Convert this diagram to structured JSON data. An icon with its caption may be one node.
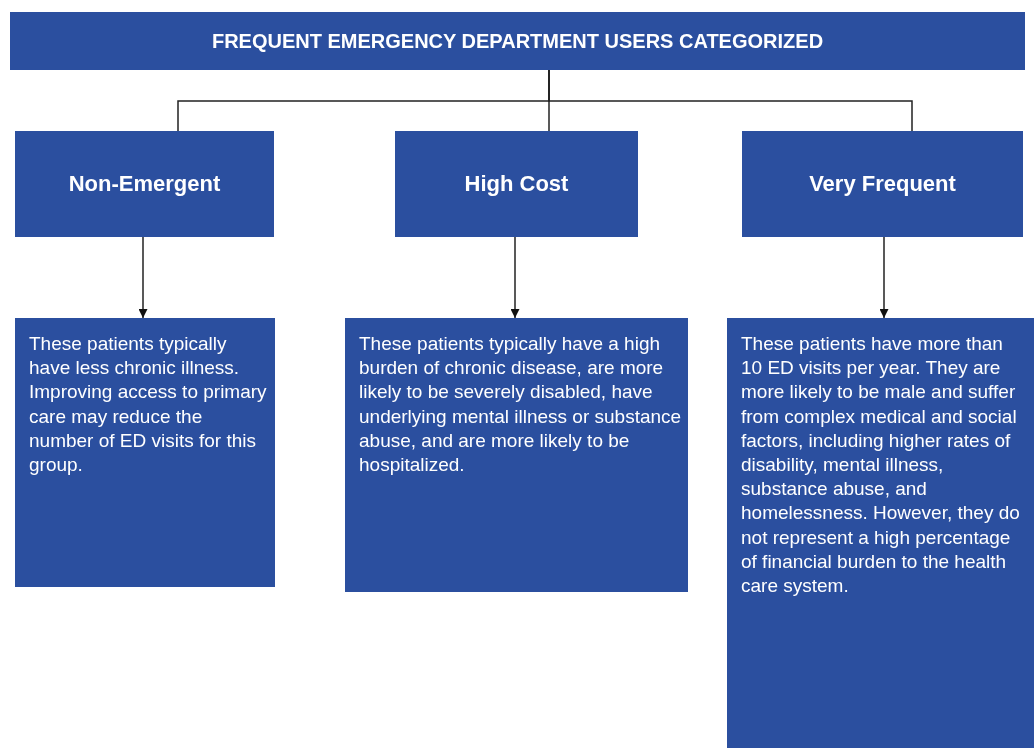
{
  "diagram": {
    "nodes": [
      {
        "text": [
          "FREQUENT EMERGENCY DEPARTMENT USERS CATEGORIZED"
        ]
      },
      {
        "text": [
          "Non-Emergent"
        ]
      },
      {
        "text": [
          "High Cost"
        ]
      },
      {
        "text": [
          "Very Frequent"
        ]
      },
      {
        "text": [
          "These patients typically have less chronic illness. Improving access to primary care may reduce the number of ED visits for this group."
        ]
      },
      {
        "text": [
          "These patients typically have a high burden of chronic disease, are more likely to be severely disabled, have underlying mental illness or substance abuse, and are more likely to be hospitalized."
        ]
      },
      {
        "text": [
          "These patients have more than 10 ED visits per year. They are more likely to be male and suffer from complex medical and social factors, including higher rates of disability, mental illness, substance abuse, and homelessness. However, they do not represent a high percentage of financial burden to the health care system."
        ]
      }
    ],
    "edges": [
      {
        "from": 0,
        "to": 1,
        "arrow": "none"
      },
      {
        "from": 0,
        "to": 2,
        "arrow": "none"
      },
      {
        "from": 0,
        "to": 3,
        "arrow": "none"
      },
      {
        "from": 1,
        "to": 4,
        "arrow": "to"
      },
      {
        "from": 2,
        "to": 5,
        "arrow": "to"
      },
      {
        "from": 3,
        "to": 6,
        "arrow": "to"
      }
    ]
  }
}
